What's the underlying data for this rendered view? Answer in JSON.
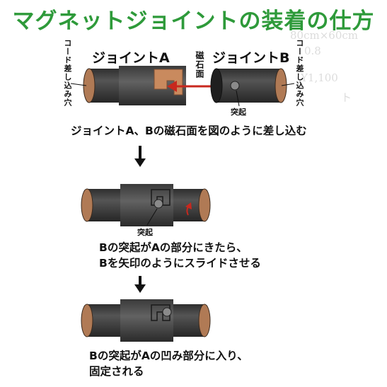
{
  "title": "マグネットジョイントの装着の仕方",
  "step1": {
    "joint_a_label": "ジョイントA",
    "joint_b_label": "ジョイントB",
    "cord_hole_left": "コード差し込み穴",
    "cord_hole_right": "コード差し込み穴",
    "magnet_face": "磁石面",
    "protrusion": "突起",
    "caption": "ジョイントA、Bの磁石面を図のように差し込む"
  },
  "step2": {
    "protrusion": "突起",
    "caption_line1": "Bの突起がAの部分にきたら、",
    "caption_line2": "Bを矢印のようにスライドさせる"
  },
  "step3": {
    "caption_line1": "Bの突起がAの凹み部分に入り、",
    "caption_line2": "固定される"
  },
  "background_text": [
    "80cm×60cm",
    "0.8",
    "Y1,100",
    "ト"
  ],
  "colors": {
    "title": "#2e9a3a",
    "tube_dark": "#3a3a3a",
    "tube_mid": "#4c4c4c",
    "tube_end": "#b07a55",
    "insert_arrow": "#c8281e"
  }
}
